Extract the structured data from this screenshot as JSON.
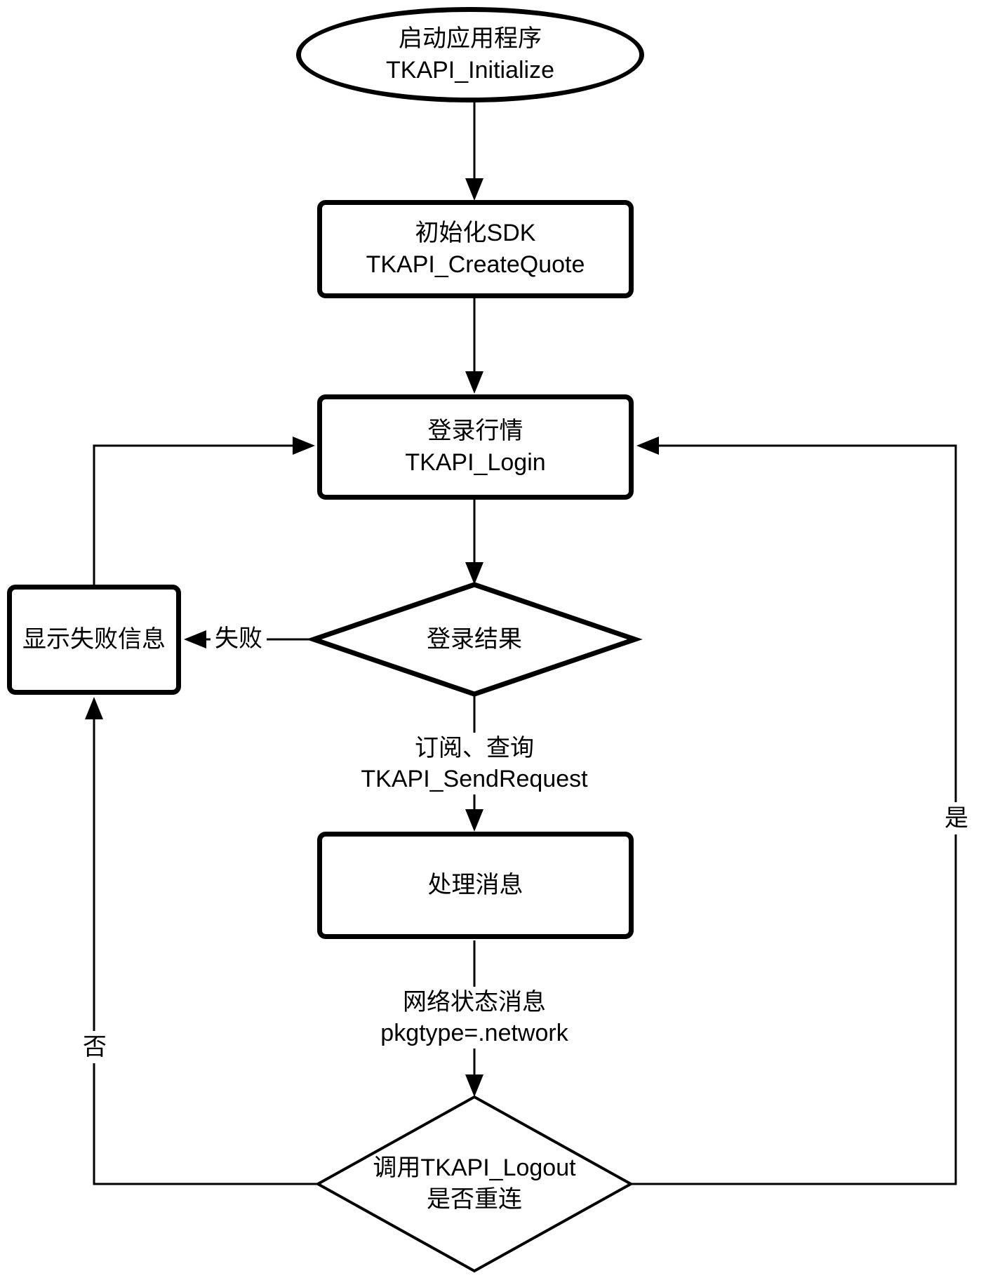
{
  "title": "TKAPI quote SDK login flowchart",
  "colors": {
    "background": "#ffffff",
    "line": "#000000",
    "text": "#000000"
  },
  "nodes": {
    "start": {
      "type": "terminator",
      "line1": "启动应用程序",
      "line2": "TKAPI_Initialize"
    },
    "init_sdk": {
      "type": "process",
      "line1": "初始化SDK",
      "line2": "TKAPI_CreateQuote"
    },
    "login": {
      "type": "process",
      "line1": "登录行情",
      "line2": "TKAPI_Login"
    },
    "login_result": {
      "type": "decision",
      "label": "登录结果"
    },
    "show_failure": {
      "type": "process",
      "label": "显示失败信息"
    },
    "process_message": {
      "type": "process",
      "label": "处理消息"
    },
    "reconnect": {
      "type": "decision",
      "line1": "调用TKAPI_Logout",
      "line2": "是否重连"
    }
  },
  "edges": {
    "fail_label": "失败",
    "yes_label": "是",
    "no_label": "否",
    "subscribe": {
      "line1": "订阅、查询",
      "line2": "TKAPI_SendRequest"
    },
    "network": {
      "line1": "网络状态消息",
      "line2": "pkgtype=.network"
    }
  }
}
